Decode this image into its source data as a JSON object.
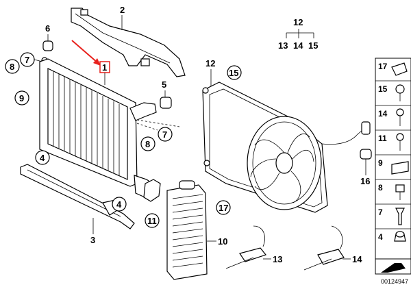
{
  "labels": {
    "l1": "1",
    "l2": "2",
    "l3": "3",
    "l4a": "4",
    "l4b": "4",
    "l5": "5",
    "l6": "6",
    "l7a": "7",
    "l7b": "7",
    "l8a": "8",
    "l8b": "8",
    "l9": "9",
    "l10": "10",
    "l11": "11",
    "l12a": "12",
    "l12b": "12",
    "l13a": "13",
    "l13b": "13",
    "l14a": "14",
    "l14b": "14",
    "l15a": "15",
    "l15b": "15",
    "l16": "16",
    "l17": "17"
  },
  "side_panel": [
    "17",
    "15",
    "14",
    "11",
    "9",
    "8",
    "7",
    "4"
  ],
  "footer": {
    "diagram_number": "00124947"
  },
  "colors": {
    "highlight_arrow": "#e8201c",
    "line": "#000000",
    "panel_border": "#000000"
  }
}
